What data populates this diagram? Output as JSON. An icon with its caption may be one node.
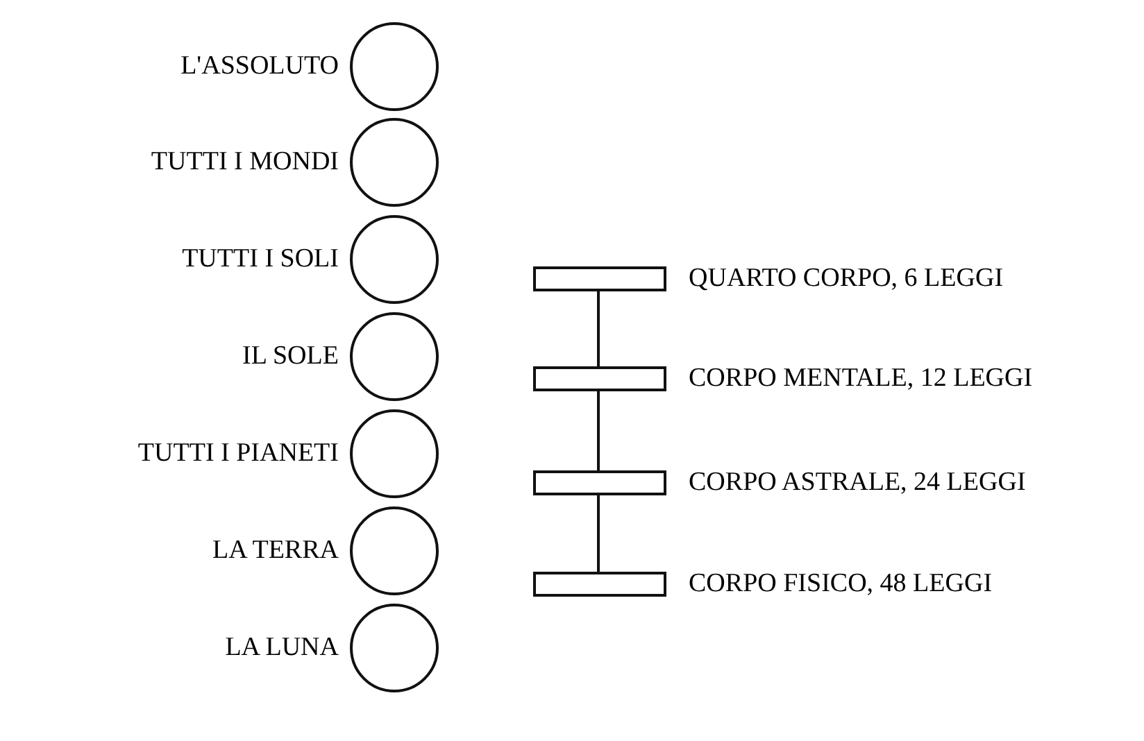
{
  "diagram": {
    "nodes": [
      {
        "text": [
          "L'ASSOLUTO"
        ]
      },
      {
        "text": [
          "TUTTI I MONDI"
        ]
      },
      {
        "text": [
          "TUTTI I SOLI"
        ]
      },
      {
        "text": [
          "IL SOLE"
        ]
      },
      {
        "text": [
          "TUTTI I PIANETI"
        ]
      },
      {
        "text": [
          "LA TERRA"
        ]
      },
      {
        "text": [
          "LA LUNA"
        ]
      },
      {
        "text": [],
        "shape": "bar",
        "beside": [
          "QUARTO CORPO, 6 LEGGI"
        ]
      },
      {
        "text": [],
        "shape": "bar",
        "beside": [
          "CORPO MENTALE, 12 LEGGI"
        ]
      },
      {
        "text": [],
        "shape": "bar",
        "beside": [
          "CORPO ASTRALE, 24 LEGGI"
        ]
      },
      {
        "text": [],
        "shape": "bar",
        "beside": [
          "CORPO FISICO, 48 LEGGI"
        ]
      }
    ],
    "edges": [
      {
        "from": 7,
        "to": 8,
        "arrow": "none"
      },
      {
        "from": 8,
        "to": 9,
        "arrow": "none"
      },
      {
        "from": 9,
        "to": 10,
        "arrow": "none"
      }
    ]
  }
}
